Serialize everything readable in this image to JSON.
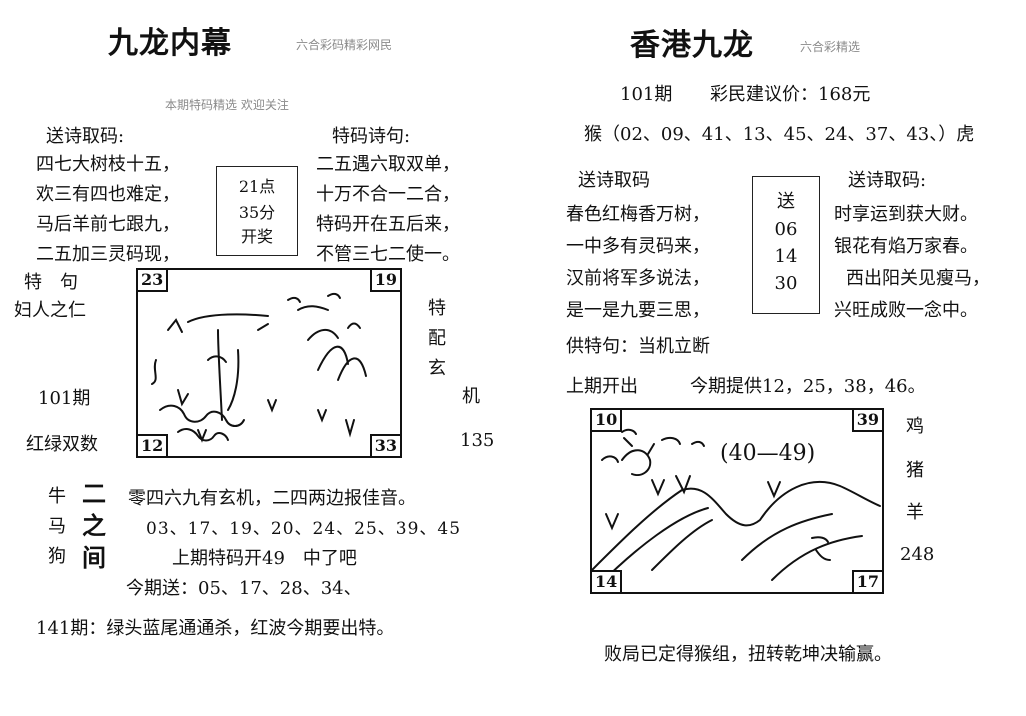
{
  "left": {
    "title": "九龙内幕",
    "title_note": "六合彩码精彩网民",
    "sub_note": "本期特码精选 欢迎关注",
    "poem_heading_left": "送诗取码:",
    "poem_heading_right": "特码诗句:",
    "poem_left": [
      "四七大树枝十五，",
      "欢三有四也难定，",
      "马后羊前七跟九，",
      "二五加三灵码现，"
    ],
    "poem_right": [
      "二五遇六取双单，",
      "十万不合一二合，",
      "特码开在五后来，",
      "不管三七二使一。"
    ],
    "draw_time": [
      "21点",
      "35分",
      "开奖"
    ],
    "special_label": "特　句",
    "special_phrase": "妇人之仁",
    "side_right": [
      "特",
      "配",
      "玄",
      "机"
    ],
    "issue": "101期",
    "red_green": "红绿双数",
    "num_135": "135",
    "corners": {
      "tl": "23",
      "tr": "19",
      "bl": "12",
      "br": "33"
    },
    "zodiac_left": [
      "牛",
      "马",
      "狗"
    ],
    "zodiac_mid": [
      "二",
      "之",
      "间"
    ],
    "line1": "零四六九有玄机，二四两边报佳音。",
    "line2": "03、17、19、20、24、25、39、45",
    "line3": "上期特码开49　中了吧",
    "line4": "今期送：05、17、28、34、",
    "footer": "141期：绿头蓝尾通通杀，红波今期要出特。"
  },
  "right": {
    "title": "香港九龙",
    "title_note": "六合彩精选",
    "issue": "101期",
    "price": "彩民建议价：168元",
    "monkey_line": "猴（02、09、41、13、45、24、37、43、）虎",
    "poem_heading_left": "送诗取码",
    "poem_heading_right": "送诗取码:",
    "poem_left": [
      "春色红梅香万树，",
      "一中多有灵码来，",
      "汉前将军多说法，",
      "是一是九要三思，"
    ],
    "poem_right": [
      "时享运到获大财。",
      "银花有焰万家春。",
      "西出阳关见瘦马，",
      "兴旺成败一念中。"
    ],
    "send_box": [
      "送",
      "06",
      "14",
      "30"
    ],
    "special_phrase": "供特句：当机立断",
    "last_issue": "上期开出",
    "this_issue": "今期提供12，25，38，46。",
    "corners": {
      "tl": "10",
      "tr": "39",
      "bl": "14",
      "br": "17"
    },
    "sketch_text": "(40—49)",
    "side_right": [
      "鸡",
      "猪",
      "羊"
    ],
    "num_248": "248",
    "footer": "败局已定得猴组，扭转乾坤决输赢。"
  }
}
